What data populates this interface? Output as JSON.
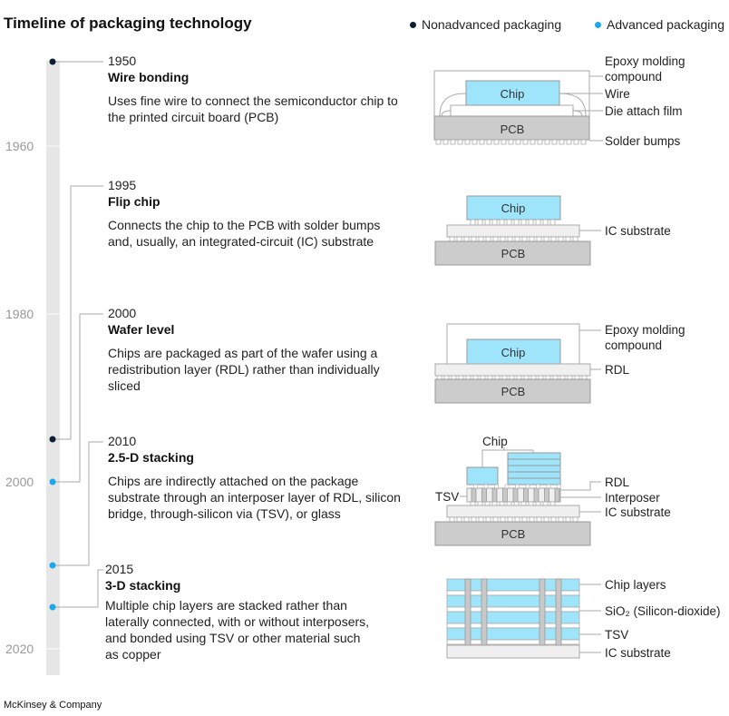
{
  "title": "Timeline of packaging technology",
  "legend": [
    {
      "label": "Nonadvanced packaging",
      "color": "#0b1e33"
    },
    {
      "label": "Advanced packaging",
      "color": "#1aa7ec"
    }
  ],
  "axis_years": [
    "1960",
    "1980",
    "2000",
    "2020"
  ],
  "colors": {
    "chip": "#9ee4fb",
    "pcb": "#cccccc",
    "substrate": "#f0f0f0",
    "timeline_bar": "#e6e6e6",
    "connector": "#aaaaaa"
  },
  "items": [
    {
      "year": "1950",
      "name": "Wire bonding",
      "type": "nonadvanced",
      "description": "Uses fine wire to connect the semiconductor chip to the printed circuit board (PCB)",
      "diagram_labels": [
        "Epoxy molding compound",
        "Wire",
        "Die attach film",
        "Solder bumps"
      ],
      "inner_labels": {
        "chip": "Chip",
        "pcb": "PCB"
      }
    },
    {
      "year": "1995",
      "name": "Flip chip",
      "type": "nonadvanced",
      "description": "Connects the chip to the PCB with solder bumps and, usually, an integrated-circuit (IC) substrate",
      "diagram_labels": [
        "IC substrate"
      ],
      "inner_labels": {
        "chip": "Chip",
        "pcb": "PCB"
      }
    },
    {
      "year": "2000",
      "name": "Wafer level",
      "type": "advanced",
      "description": "Chips are packaged as part of the wafer using a redistribution layer (RDL) rather than individually sliced",
      "diagram_labels": [
        "Epoxy molding compound",
        "RDL"
      ],
      "inner_labels": {
        "chip": "Chip",
        "pcb": "PCB"
      }
    },
    {
      "year": "2010",
      "name": "2.5-D stacking",
      "type": "advanced",
      "description": "Chips are indirectly attached on the package substrate through an interposer layer of RDL, silicon bridge, through-silicon via (TSV), or glass",
      "diagram_labels": [
        "Chip",
        "RDL",
        "Interposer",
        "IC substrate",
        "TSV"
      ],
      "inner_labels": {
        "pcb": "PCB"
      }
    },
    {
      "year": "2015",
      "name": "3-D stacking",
      "type": "advanced",
      "description": "Multiple chip layers are stacked rather than laterally connected, with or without interposers, and bonded using TSV or other material such as copper",
      "diagram_labels": [
        "Chip layers",
        "SiO₂ (Silicon-dioxide)",
        "TSV",
        "IC substrate"
      ],
      "inner_labels": {}
    }
  ],
  "footer": "McKinsey & Company"
}
